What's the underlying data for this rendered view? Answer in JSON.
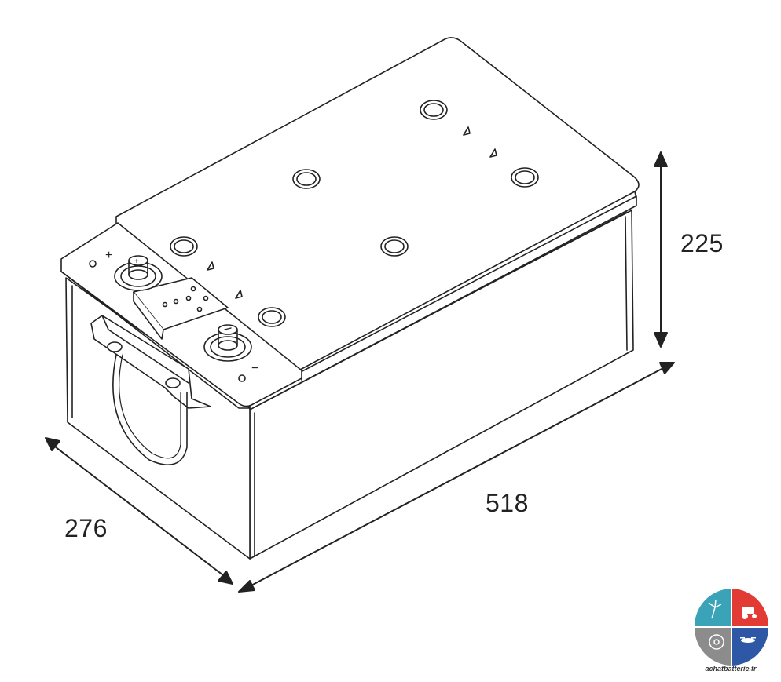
{
  "dimensions": {
    "height": "225",
    "length": "518",
    "width": "276"
  },
  "terminals": {
    "positive_symbol": "+",
    "negative_symbol": "−"
  },
  "logo": {
    "text": "achatbatterie.fr",
    "colors": [
      "#3aa3b8",
      "#e23a34",
      "#8c8c8c",
      "#2e58a6"
    ],
    "quadrant_icons": [
      "wind-turbine-icon",
      "tractor-icon",
      "cd-disc-icon",
      "drone-icon"
    ]
  },
  "colors": {
    "line": "#222222",
    "fill": "#ffffff"
  }
}
